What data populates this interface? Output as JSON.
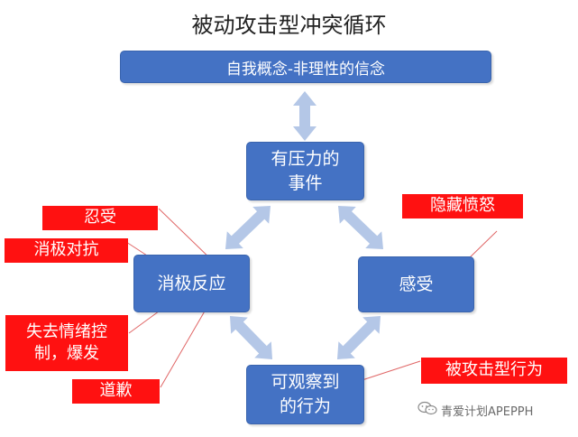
{
  "title": "被动攻击型冲突循环",
  "top_bar": "自我概念-非理性的信念",
  "nodes": {
    "event": [
      "有压力的",
      "事件"
    ],
    "feeling": "感受",
    "behavior": [
      "可观察到",
      "的行为"
    ],
    "negative_response": "消极反应"
  },
  "tags": {
    "endure": "忍受",
    "resist": "消极对抗",
    "lose_control": [
      "失去情绪控",
      "制，爆发"
    ],
    "apologize": "道歉",
    "hide_anger": "隐藏愤怒",
    "passive_aggressive": "被攻击型行为"
  },
  "watermark": "青爱计划APEPPH",
  "colors": {
    "box": "#4472c4",
    "arrow": "#b4c7e7",
    "tag": "#ff1111",
    "connector": "#e06666"
  }
}
